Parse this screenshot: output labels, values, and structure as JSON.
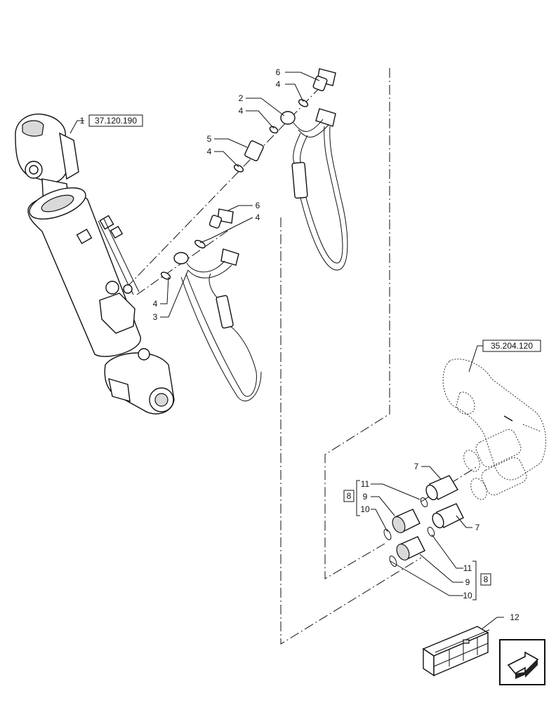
{
  "refs": {
    "r1": "37.120.190",
    "r2": "35.204.120",
    "r3": "8",
    "r4": "8"
  },
  "callouts": {
    "c1": "1",
    "c2": "2",
    "c3": "3",
    "c4a": "4",
    "c4b": "4",
    "c4c": "4",
    "c4d": "4",
    "c4e": "4",
    "c5": "5",
    "c6a": "6",
    "c6b": "6",
    "c7a": "7",
    "c7b": "7",
    "c9a": "9",
    "c9b": "9",
    "c10a": "10",
    "c10b": "10",
    "c11a": "11",
    "c11b": "11",
    "c12": "12"
  },
  "icons": {
    "crate": "shipping-crate-icon",
    "nav": "next-page-arrow-icon"
  }
}
